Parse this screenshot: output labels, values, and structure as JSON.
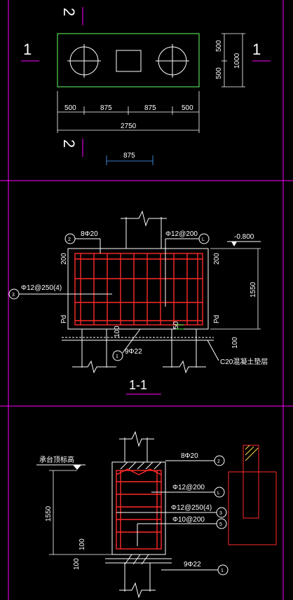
{
  "plan": {
    "section_mark_1": "1",
    "section_mark_2": "2",
    "dim_500": "500",
    "dim_1000": "1000",
    "dim_bottom": [
      "500",
      "875",
      "875",
      "500"
    ],
    "dim_total": "2750",
    "dim_875": "875"
  },
  "section_1_1": {
    "title": "1-1",
    "tag_1": "1",
    "tag_2": "2",
    "tag_3": "3",
    "tag_L": "L",
    "bar_top": "8Φ20",
    "bar_stirrup": "Φ12@200",
    "bar_side": "Φ12@250(4)",
    "bar_bottom": "9Φ22",
    "elev": "-0.800",
    "dim_200a": "200",
    "dim_200b": "200",
    "dim_1550": "1550",
    "dim_100a": "100",
    "dim_100b": "100",
    "dim_50": "50",
    "label_pd_left": "Pd",
    "label_pd_right": "Pd",
    "concrete_note": "C20混凝土垫层"
  },
  "section_2_2": {
    "top_note": "承台顶标高",
    "tag_2": "2",
    "tag_L": "L",
    "tag_3": "3",
    "tag_5": "5",
    "tag_1": "1",
    "bar_top": "8Φ20",
    "bar_a": "Φ12@200",
    "bar_b": "Φ12@250(4)",
    "bar_c": "Φ10@200",
    "bar_bottom": "9Φ22",
    "dim_1550": "1550",
    "dim_100a": "100",
    "dim_100b": "100"
  }
}
